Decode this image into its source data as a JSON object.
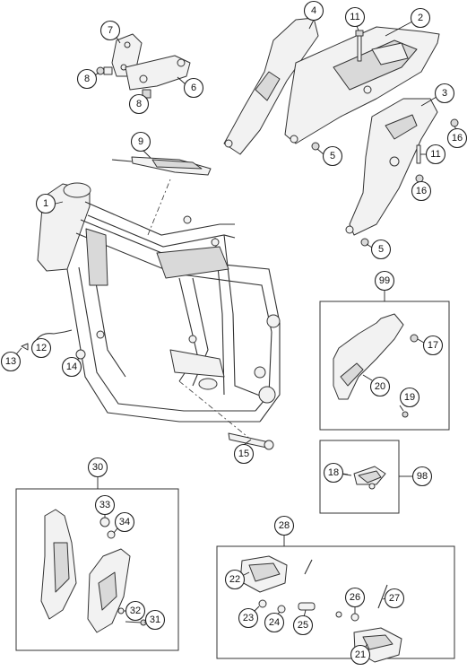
{
  "diagram": {
    "callouts": [
      {
        "id": "c1",
        "label": "1"
      },
      {
        "id": "c2",
        "label": "2"
      },
      {
        "id": "c3",
        "label": "3"
      },
      {
        "id": "c4",
        "label": "4"
      },
      {
        "id": "c5a",
        "label": "5"
      },
      {
        "id": "c5b",
        "label": "5"
      },
      {
        "id": "c6",
        "label": "6"
      },
      {
        "id": "c7",
        "label": "7"
      },
      {
        "id": "c8a",
        "label": "8"
      },
      {
        "id": "c8b",
        "label": "8"
      },
      {
        "id": "c9",
        "label": "9"
      },
      {
        "id": "c11a",
        "label": "11"
      },
      {
        "id": "c11b",
        "label": "11"
      },
      {
        "id": "c12",
        "label": "12"
      },
      {
        "id": "c13",
        "label": "13"
      },
      {
        "id": "c14",
        "label": "14"
      },
      {
        "id": "c15",
        "label": "15"
      },
      {
        "id": "c16a",
        "label": "16"
      },
      {
        "id": "c16b",
        "label": "16"
      },
      {
        "id": "c17",
        "label": "17"
      },
      {
        "id": "c18",
        "label": "18"
      },
      {
        "id": "c19",
        "label": "19"
      },
      {
        "id": "c20",
        "label": "20"
      },
      {
        "id": "c21",
        "label": "21"
      },
      {
        "id": "c22",
        "label": "22"
      },
      {
        "id": "c23",
        "label": "23"
      },
      {
        "id": "c24",
        "label": "24"
      },
      {
        "id": "c25",
        "label": "25"
      },
      {
        "id": "c26",
        "label": "26"
      },
      {
        "id": "c27",
        "label": "27"
      },
      {
        "id": "c28",
        "label": "28"
      },
      {
        "id": "c30",
        "label": "30"
      },
      {
        "id": "c31",
        "label": "31"
      },
      {
        "id": "c32",
        "label": "32"
      },
      {
        "id": "c33",
        "label": "33"
      },
      {
        "id": "c34",
        "label": "34"
      },
      {
        "id": "c98",
        "label": "98"
      },
      {
        "id": "c99",
        "label": "99"
      }
    ]
  }
}
